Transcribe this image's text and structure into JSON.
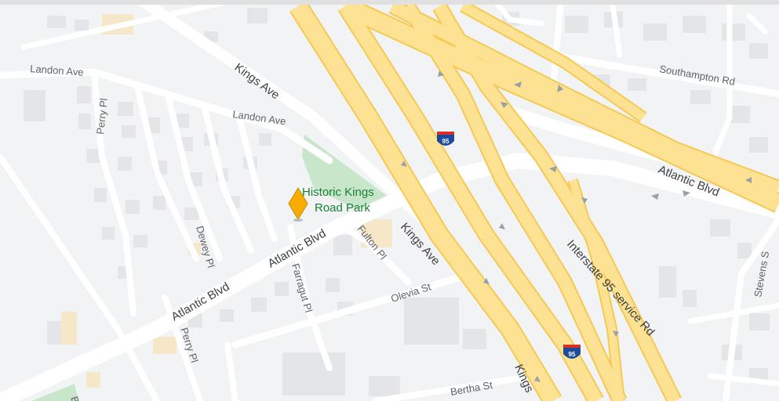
{
  "streets": {
    "landon_ave_w": "Landon Ave",
    "landon_ave_e": "Landon Ave",
    "kings_ave_n": "Kings Ave",
    "kings_ave_mid": "Kings Ave",
    "kings_ave_s": "Kings",
    "perry_pl_n": "Perry Pl",
    "perry_pl_s": "Perry Pl",
    "dewey_pl": "Dewey Pl",
    "farragut_pl": "Farragut Pl",
    "fulton_pl": "Fulton Pl",
    "olevia_st": "Olevia St",
    "bertha_st": "Bertha St",
    "southampton_rd": "Southampton Rd",
    "stevens_st": "Stevens S",
    "atlantic_blvd_w": "Atlantic Blvd",
    "atlantic_blvd_mid": "Atlantic Blvd",
    "atlantic_blvd_e": "Atlantic Blvd",
    "i95_service_rd": "Interstate 95 service Rd",
    "partial_b": "Be"
  },
  "poi": {
    "park_line1": "Historic Kings",
    "park_line2": "Road Park"
  },
  "shields": {
    "i95_top": "95",
    "i95_bottom": "95"
  },
  "colors": {
    "background": "#f1f3f4",
    "street": "#ffffff",
    "highway": "#fde293",
    "highway_edge": "#f5c954",
    "park": "#c8e6c9",
    "building": "#e3e5e8",
    "marker": "#f9ab00",
    "interstate_blue": "#1a4b9c",
    "interstate_red": "#d93025"
  }
}
